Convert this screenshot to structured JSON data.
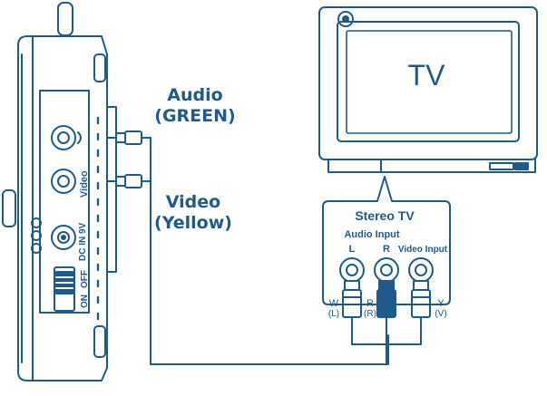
{
  "labels": {
    "audio_title": "Audio",
    "audio_color": "(GREEN)",
    "video_title": "Video",
    "video_color": "(Yellow)"
  },
  "player": {
    "port_headphone_label": "Video",
    "port_dc_label": "DC IN 9V",
    "switch_on": "ON",
    "switch_off": "OFF"
  },
  "tv": {
    "screen_text": "TV"
  },
  "panel": {
    "title": "Stereo TV",
    "audio_input": "Audio Input",
    "left": "L",
    "right": "R",
    "video_input": "Video Input",
    "plug_w": "W",
    "plug_w_sub": "(L)",
    "plug_r": "R",
    "plug_r_sub": "(R)",
    "plug_y": "Y",
    "plug_y_sub": "(V)"
  },
  "colors": {
    "line": "#1f5a8c",
    "fill": "#ffffff"
  }
}
